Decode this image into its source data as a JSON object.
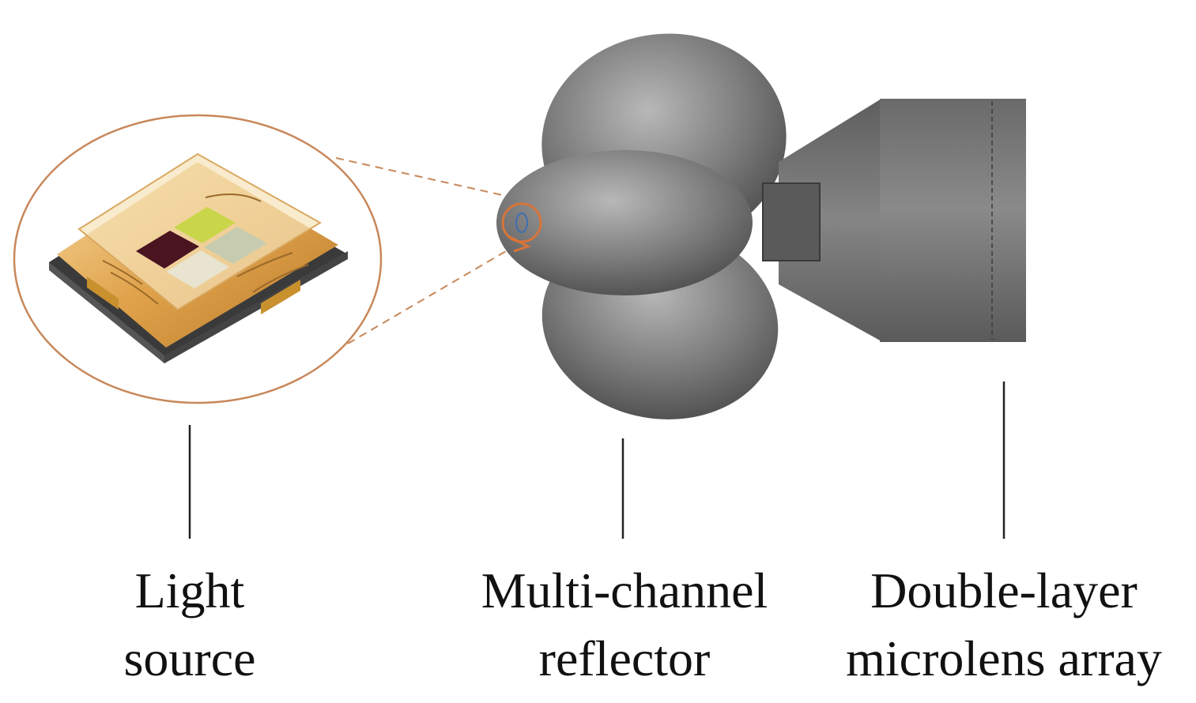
{
  "labels": {
    "light_source": [
      "Light",
      "source"
    ],
    "reflector": [
      "Multi-channel",
      "reflector"
    ],
    "microlens": [
      "Double-layer",
      "microlens array"
    ]
  },
  "colors": {
    "callout_ring": "#c8875a",
    "leader_line": "#222222",
    "body_gray": "#6e6e6e",
    "led_amber": "#e0a24a",
    "led_chip_red": "#4a1420",
    "led_chip_green": "#c9d64a",
    "led_chip_pale": "#d8dcc8",
    "led_chip_light": "#e8e4d0"
  }
}
